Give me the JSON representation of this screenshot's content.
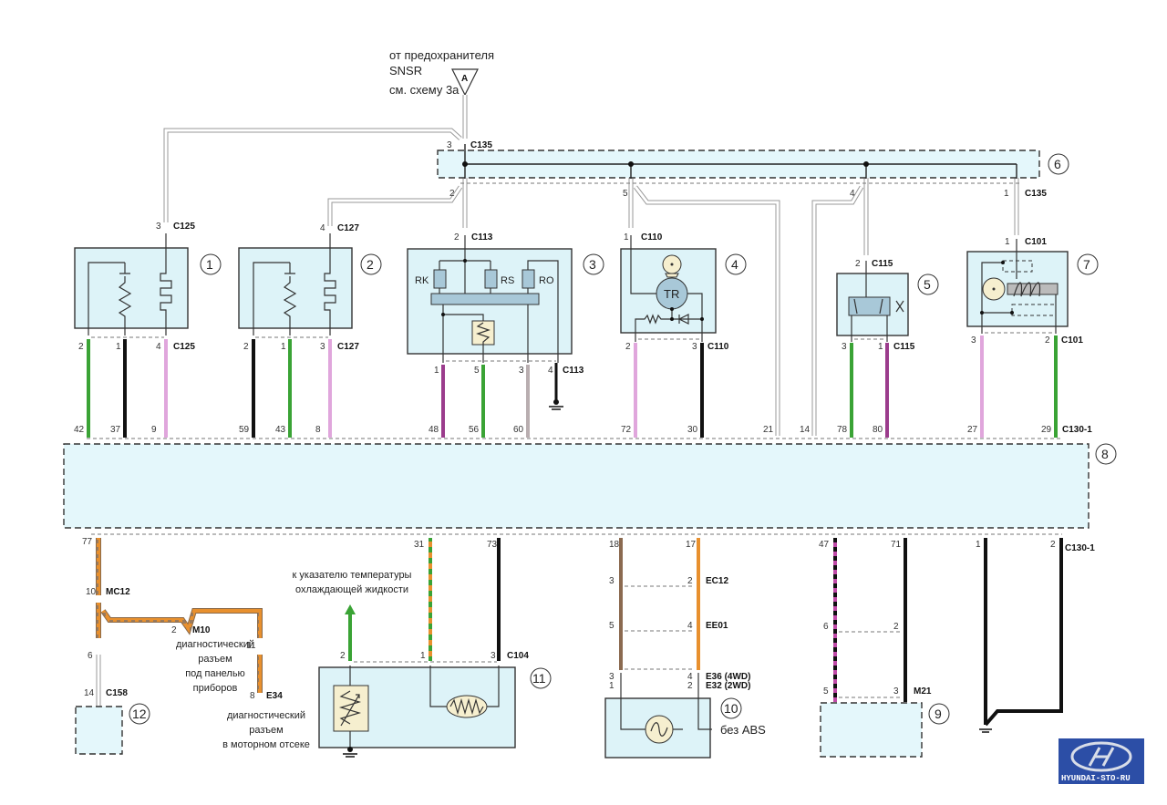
{
  "top_feed": {
    "line1": "от предохранителя",
    "line2": "SNSR",
    "line3": "см. схему 3а",
    "marker": "A"
  },
  "colors": {
    "green": "#3aa335",
    "black": "#111111",
    "pink": "#e0a6dc",
    "purple": "#9b3c8c",
    "grey": "#b9aeb0",
    "white": "#ffffff",
    "brown": "#8b6a50",
    "orange": "#e8902e",
    "box_fill": "#ddf3f8"
  },
  "components": [
    {
      "id": "1",
      "label": "1"
    },
    {
      "id": "2",
      "label": "2"
    },
    {
      "id": "3",
      "label": "3",
      "resistors": [
        "RK",
        "RS",
        "RO"
      ]
    },
    {
      "id": "4",
      "label": "4",
      "element": "TR"
    },
    {
      "id": "5",
      "label": "5"
    },
    {
      "id": "6",
      "label": "6"
    },
    {
      "id": "7",
      "label": "7"
    },
    {
      "id": "8",
      "label": "8"
    },
    {
      "id": "9",
      "label": "9"
    },
    {
      "id": "10",
      "label": "10",
      "note": "без ABS"
    },
    {
      "id": "11",
      "label": "11"
    },
    {
      "id": "12",
      "label": "12"
    }
  ],
  "connectors": {
    "c135_top": {
      "name": "C135",
      "pin": "3"
    },
    "c135_p2": {
      "pin": "2"
    },
    "c135_p5": {
      "pin": "5"
    },
    "c135_p4": {
      "pin": "4"
    },
    "c135_p1": {
      "name": "C135",
      "pin": "1"
    },
    "c125_top": {
      "name": "C125",
      "pin": "3"
    },
    "c127_top": {
      "name": "C127",
      "pin": "4"
    },
    "c113_top": {
      "name": "C113",
      "pin": "2"
    },
    "c110_top": {
      "name": "C110",
      "pin": "1"
    },
    "c115_top": {
      "name": "C115",
      "pin": "2"
    },
    "c101_top": {
      "name": "C101",
      "pin": "1"
    },
    "c125_bot": {
      "name": "C125",
      "pins": [
        "2",
        "1",
        "4"
      ]
    },
    "c127_bot": {
      "name": "C127",
      "pins": [
        "2",
        "1",
        "3"
      ]
    },
    "c113_bot": {
      "name": "C113",
      "pins": [
        "1",
        "5",
        "3",
        "4"
      ]
    },
    "c110_bot": {
      "name": "C110",
      "pins": [
        "2",
        "3"
      ]
    },
    "c115_bot": {
      "name": "C115",
      "pins": [
        "3",
        "1"
      ]
    },
    "c101_bot": {
      "name": "C101",
      "pins": [
        "3",
        "2"
      ]
    },
    "ecu_top": {
      "name": "C130-1",
      "pins": [
        "42",
        "37",
        "9",
        "59",
        "43",
        "8",
        "48",
        "56",
        "60",
        "72",
        "30",
        "21",
        "14",
        "78",
        "80",
        "27",
        "29"
      ]
    },
    "ecu_bot": {
      "name": "C130-1",
      "pins": [
        "77",
        "31",
        "73",
        "18",
        "17",
        "47",
        "71",
        "1",
        "2"
      ]
    },
    "mc12": {
      "name": "MC12",
      "pin": "10"
    },
    "mc12_out": {
      "pin": "6"
    },
    "c158": {
      "name": "C158",
      "pin": "14"
    },
    "m10": {
      "name": "M10",
      "pin": "2",
      "desc": [
        "диагностический",
        "разъем",
        "под панелью",
        "приборов"
      ]
    },
    "e34_in": {
      "pin": "11"
    },
    "e34": {
      "name": "E34",
      "pin": "8",
      "desc": [
        "диагностический",
        "разъем",
        "в моторном отсеке"
      ]
    },
    "c104": {
      "name": "C104",
      "pins": [
        "2",
        "1",
        "3"
      ]
    },
    "ec12": {
      "name": "EC12",
      "pins": [
        "3",
        "2"
      ]
    },
    "ee01": {
      "name": "EE01",
      "pins": [
        "5",
        "4"
      ]
    },
    "e36": {
      "name": "E36 (4WD)",
      "pins": [
        "3",
        "4"
      ]
    },
    "e32": {
      "name": "E32 (2WD)",
      "pins": [
        "1",
        "2"
      ]
    },
    "m21_mid": {
      "pins": [
        "6",
        "2"
      ]
    },
    "m21": {
      "name": "M21",
      "pins": [
        "5",
        "3"
      ]
    }
  },
  "notes": {
    "coolant_gauge": [
      "к указателю температуры",
      "охлаждающей жидкости"
    ]
  },
  "logo": {
    "text": "HYUNDAI-STO-RU"
  }
}
